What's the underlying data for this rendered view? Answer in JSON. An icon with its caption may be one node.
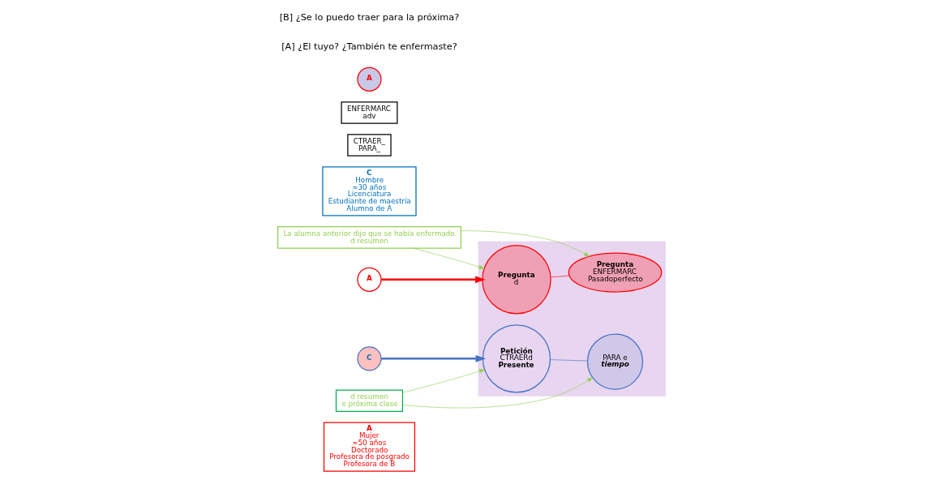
{
  "diagram": {
    "nodes": [
      {
        "text": [
          "A",
          "Mujer",
          "≈50 años",
          "Doctorado",
          "Profesora de posgrado",
          "Profesora de B"
        ]
      },
      {
        "text": [],
        "shape": "box"
      },
      {
        "text": [
          "Pregunta",
          "d"
        ],
        "in": 1
      },
      {
        "text": [
          "Pregunta",
          "ENFERMARC",
          "Pasadoperfecto"
        ],
        "in": 1
      },
      {
        "text": [
          "La alumna anterior dijo que se había enfermado.",
          "d resumen"
        ]
      },
      {
        "text": [
          "C"
        ]
      },
      {
        "text": [
          "C",
          "Hombre",
          "≈30 años",
          "Licenciatura",
          "Estudiante de maestría",
          "Alumno de A"
        ]
      },
      {
        "text": [
          "A"
        ]
      },
      {
        "text": [
          "Petición",
          "CTRAERd",
          "Presente"
        ],
        "in": 1
      },
      {
        "text": [
          "CTRAER_",
          "PARA_"
        ]
      },
      {
        "text": [
          "ENFERMARC",
          "adv"
        ]
      },
      {
        "text": [
          "PARA e",
          "tiempo"
        ],
        "in": 1
      },
      {
        "text": [
          "d resumen",
          "e próxima clase"
        ]
      },
      {
        "text": [
          "A"
        ]
      }
    ],
    "edges": [
      {
        "from": 7,
        "to": 2,
        "arrow": "to",
        "color": "#ff0000",
        "style": "thick"
      },
      {
        "from": 4,
        "to": 2,
        "arrow": "to"
      },
      {
        "from": 4,
        "to": 3,
        "arrow": "to"
      },
      {
        "from": 2,
        "to": 3,
        "arrow": "none",
        "color": "#ff0000"
      },
      {
        "from": 5,
        "to": 8,
        "arrow": "to",
        "color": "#4472c4",
        "style": "thick"
      },
      {
        "from": 12,
        "to": 8,
        "arrow": "to"
      },
      {
        "from": 12,
        "to": 11,
        "arrow": "to"
      },
      {
        "from": 8,
        "to": 11,
        "arrow": "none",
        "color": "#4472c4"
      }
    ],
    "labels": [
      "[A] ¿El tuyo? ¿También te enfermaste?",
      "[B] ¿Se lo puedo traer para la próxima?"
    ]
  }
}
